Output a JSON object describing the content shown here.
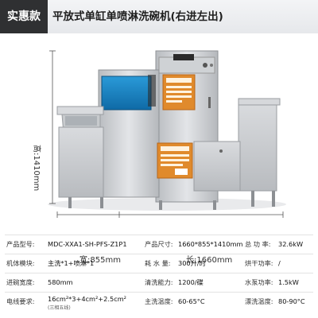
{
  "header": {
    "badge": "实惠款",
    "title": "平放式单缸单喷淋洗碗机(右进左出)"
  },
  "dimensions": {
    "height": "高:1410mm",
    "width": "宽:855mm",
    "length": "长:1660mm"
  },
  "specs": [
    [
      {
        "label": "产品型号:",
        "value": "MDC-XXA1-SH-PFS-Z1P1"
      },
      {
        "label": "产品尺寸:",
        "value": "1660*855*1410mm"
      },
      {
        "label": "总 功 率:",
        "value": "32.6kW"
      }
    ],
    [
      {
        "label": "机体模块:",
        "value": "主洗*1+喷淋*1"
      },
      {
        "label": "耗 水 量:",
        "value": "300升/时"
      },
      {
        "label": "烘干功率:",
        "value": "/"
      }
    ],
    [
      {
        "label": "进碗宽度:",
        "value": "580mm"
      },
      {
        "label": "清洗能力:",
        "value": "1200/碟"
      },
      {
        "label": "水泵功率:",
        "value": "1.5kW"
      }
    ],
    [
      {
        "label": "电线要求:",
        "value": "16cm²*3+4cm²+2.5cm²",
        "note": "(三相五线)"
      },
      {
        "label": "主洗温度:",
        "value": "60-65°C"
      },
      {
        "label": "漂洗温度:",
        "value": "80-90°C"
      }
    ]
  ],
  "colors": {
    "badge_bg": "#2f3032",
    "steel": "#c9ccd0",
    "panel_orange": "#e08a2c",
    "window_blue": "#1e88c8"
  }
}
